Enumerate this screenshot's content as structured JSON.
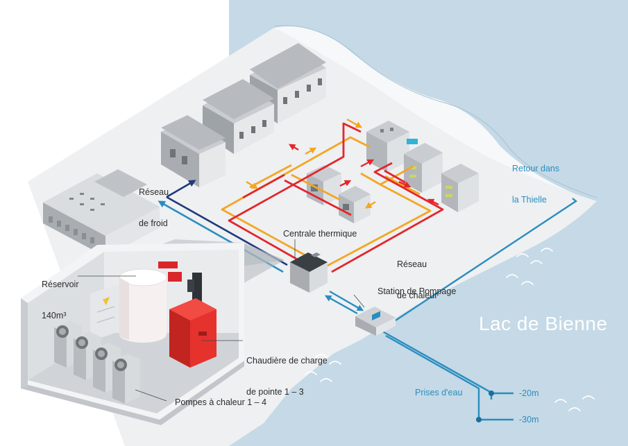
{
  "labels": {
    "reseau_froid_1": "Réseau",
    "reseau_froid_2": "de froid",
    "centrale": "Centrale thermique",
    "reseau_chaleur_1": "Réseau",
    "reseau_chaleur_2": "de chaleur",
    "reservoir_1": "Réservoir",
    "reservoir_2": "140m³",
    "station": "Station de Pompage",
    "lac": "Lac de Bienne",
    "retour_1": "Retour dans",
    "retour_2": "la Thielle",
    "chaudiere_1": "Chaudière de charge",
    "chaudiere_2": "de pointe 1 – 3",
    "pompes": "Pompes à chaleur 1 – 4",
    "prises": "Prises d'eau",
    "depth_20": "-20m",
    "depth_30": "-30m"
  },
  "colors": {
    "lake": "#c5d9e6",
    "ground": "#eef0f2",
    "pipe_hot": "#e3262b",
    "pipe_warm": "#f4a623",
    "pipe_cold": "#1f3a7a",
    "pipe_lake": "#2a8dbf",
    "boiler": "#e5322d",
    "label_blue": "#2a8dbf"
  }
}
